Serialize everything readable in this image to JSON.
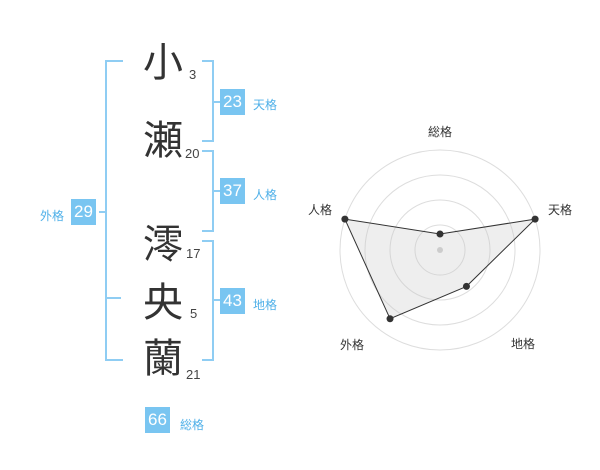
{
  "name": {
    "characters": [
      {
        "char": "小",
        "strokes": "3"
      },
      {
        "char": "瀬",
        "strokes": "20"
      },
      {
        "char": "澪",
        "strokes": "17"
      },
      {
        "char": "央",
        "strokes": "5"
      },
      {
        "char": "蘭",
        "strokes": "21"
      }
    ]
  },
  "fortunes": {
    "tenkaku": {
      "value": "23",
      "label": "天格"
    },
    "jinkaku": {
      "value": "37",
      "label": "人格"
    },
    "chikaku": {
      "value": "43",
      "label": "地格"
    },
    "gaikaku": {
      "value": "29",
      "label": "外格"
    },
    "soukaku": {
      "value": "66",
      "label": "総格"
    }
  },
  "colors": {
    "accent": "#79c5f1",
    "bracket": "#8fcdf3",
    "label": "#4fb0e8"
  },
  "chart_data": {
    "type": "radar",
    "axes": [
      "総格",
      "天格",
      "地格",
      "外格",
      "人格"
    ],
    "values": [
      0.16,
      1.0,
      0.45,
      0.85,
      1.0
    ],
    "range": [
      0,
      1
    ],
    "rings": 4
  }
}
